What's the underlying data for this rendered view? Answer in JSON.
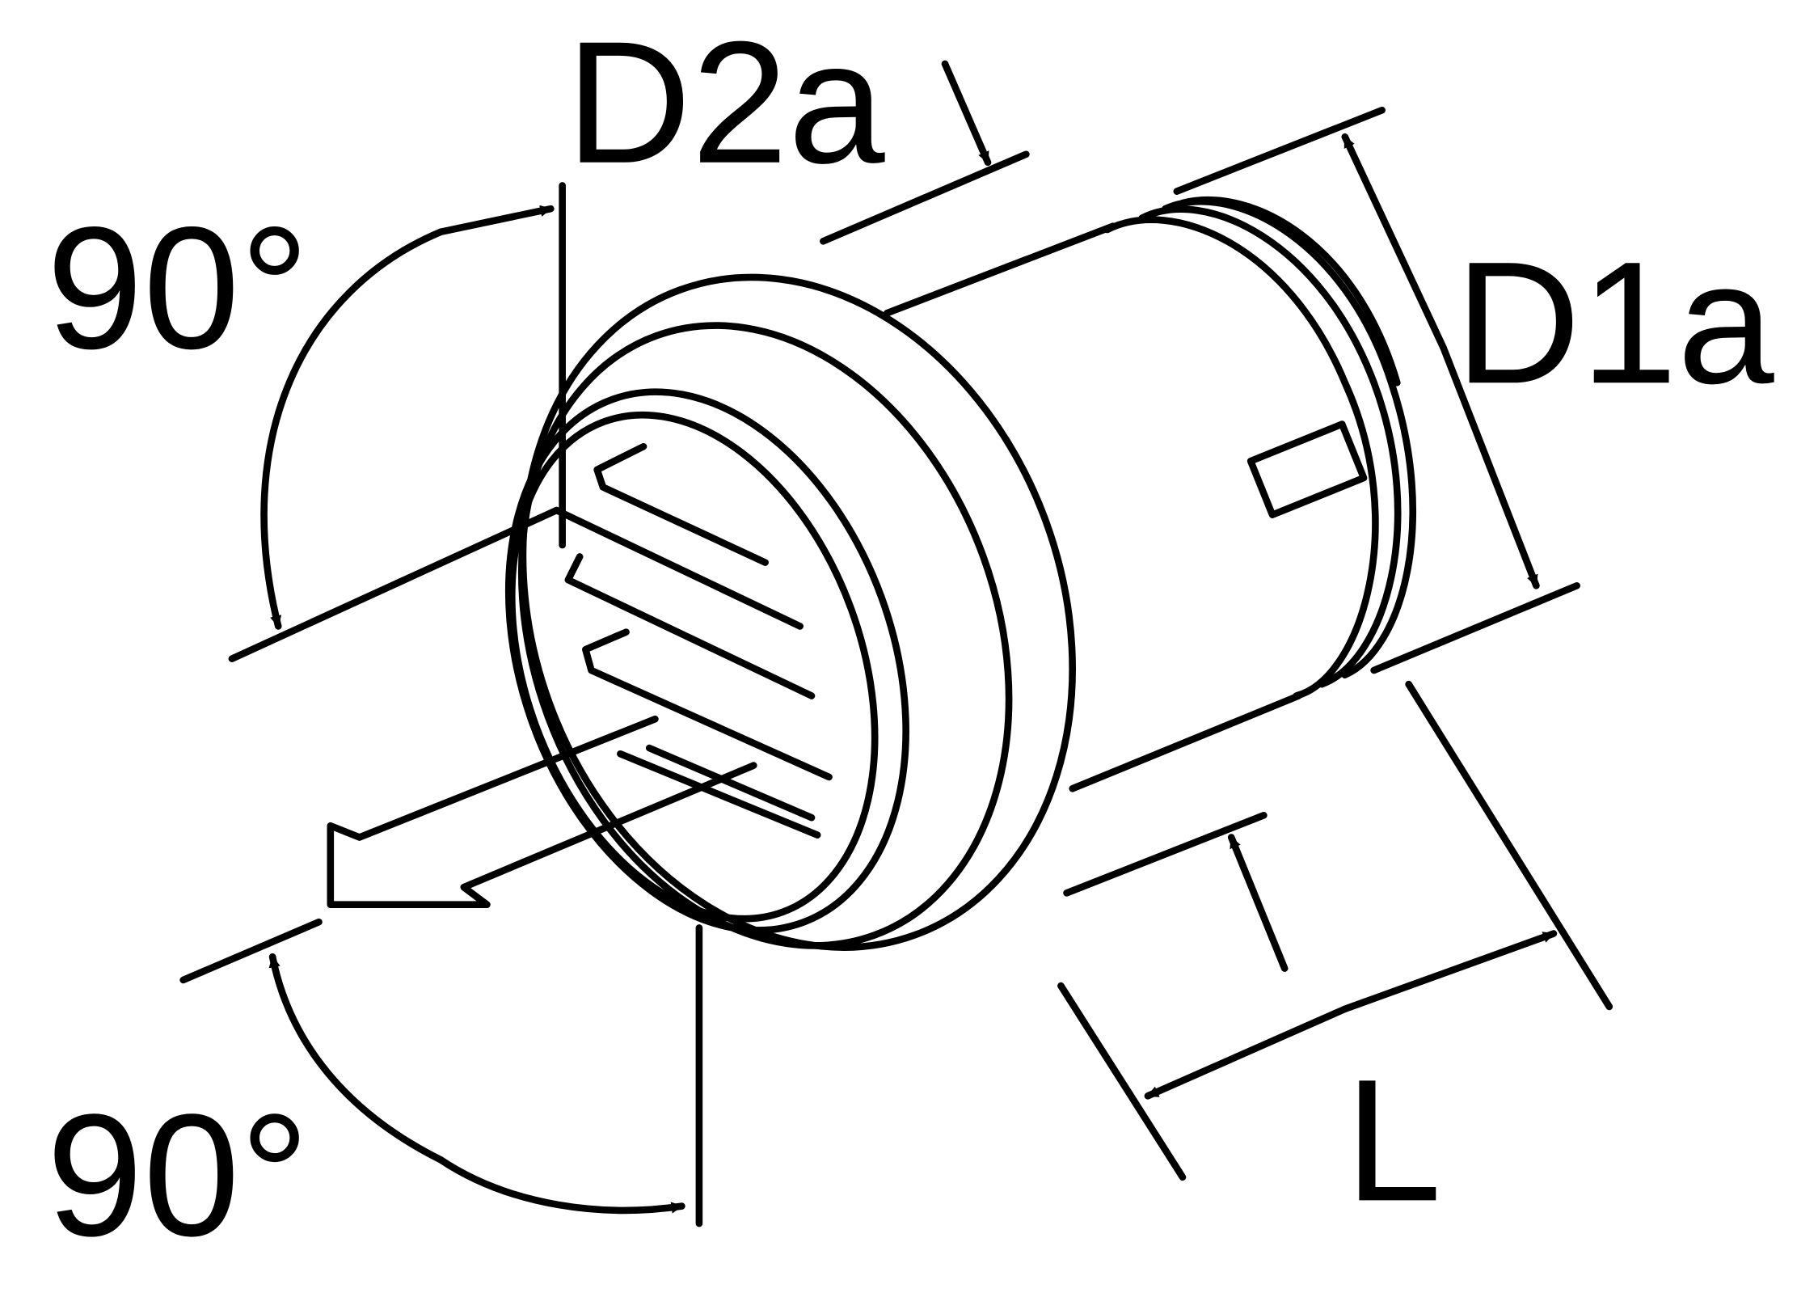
{
  "labels": {
    "d2a": "D2a",
    "d1a": "D1a",
    "length": "L",
    "angle_top": "90°",
    "angle_bottom": "90°"
  },
  "colors": {
    "line": "#000000",
    "background": "#ffffff"
  }
}
